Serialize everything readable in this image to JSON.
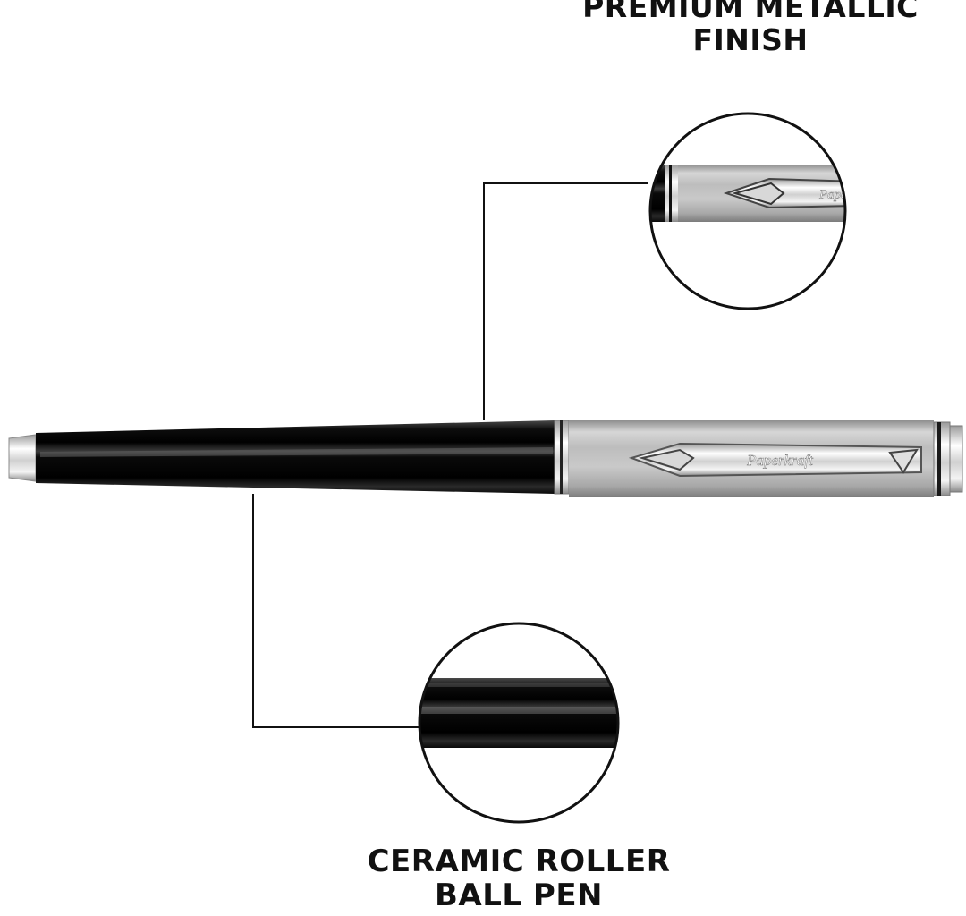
{
  "callouts": {
    "top": {
      "line1": "PREMIUM METALLIC",
      "line2": "FINISH"
    },
    "bottom": {
      "line1": "CERAMIC ROLLER",
      "line2": "BALL PEN"
    }
  },
  "pen": {
    "brand_engraving": "Paperkraft",
    "zoom_brand_engraving": "Pape",
    "colors": {
      "barrel": "#111111",
      "cap": "#c4c4c4",
      "trim": "#e8e8e8",
      "callout_line": "#111111"
    }
  }
}
